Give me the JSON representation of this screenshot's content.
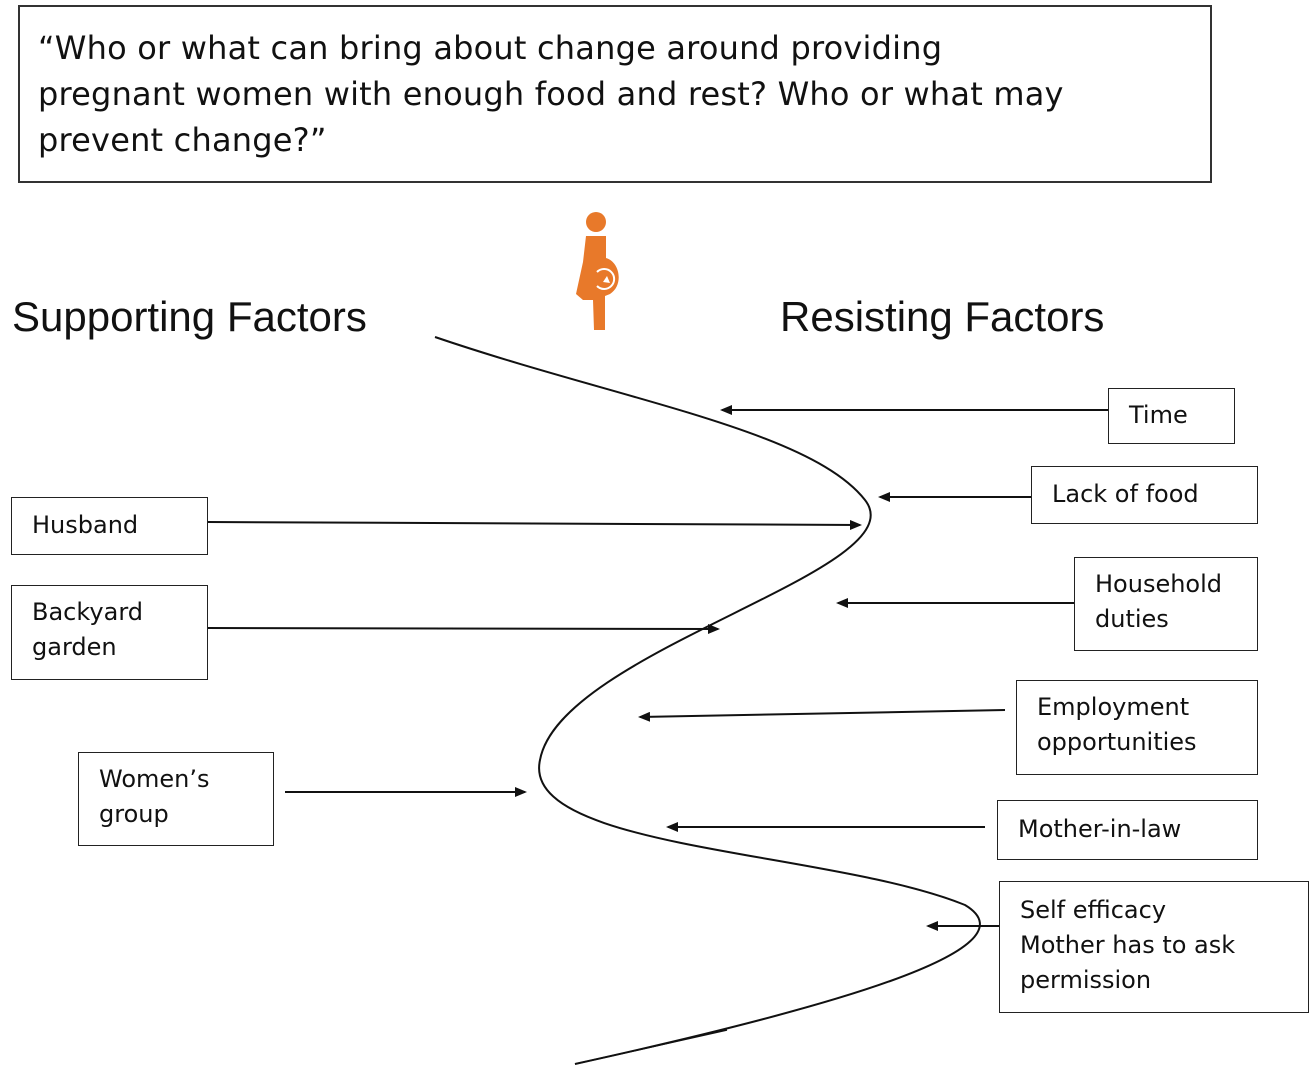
{
  "question": {
    "lines": [
      "“Who or what can bring about change around providing",
      "pregnant women with enough food and rest? Who or what may",
      "prevent change?”"
    ]
  },
  "headings": {
    "supporting": "Supporting Factors",
    "resisting": "Resisting Factors"
  },
  "icon": {
    "name": "pregnant-woman-icon",
    "color": "#E8792A"
  },
  "supporting_factors": [
    {
      "lines": [
        "Husband"
      ]
    },
    {
      "lines": [
        "Backyard",
        "garden"
      ]
    },
    {
      "lines": [
        "Women’s",
        "group"
      ]
    }
  ],
  "resisting_factors": [
    {
      "lines": [
        "Time"
      ]
    },
    {
      "lines": [
        "Lack of food"
      ]
    },
    {
      "lines": [
        "Household",
        "duties"
      ]
    },
    {
      "lines": [
        "Employment",
        "opportunities"
      ]
    },
    {
      "lines": [
        "Mother-in-law"
      ]
    },
    {
      "lines": [
        "Self efficacy",
        "Mother has to ask",
        "permission"
      ]
    }
  ]
}
